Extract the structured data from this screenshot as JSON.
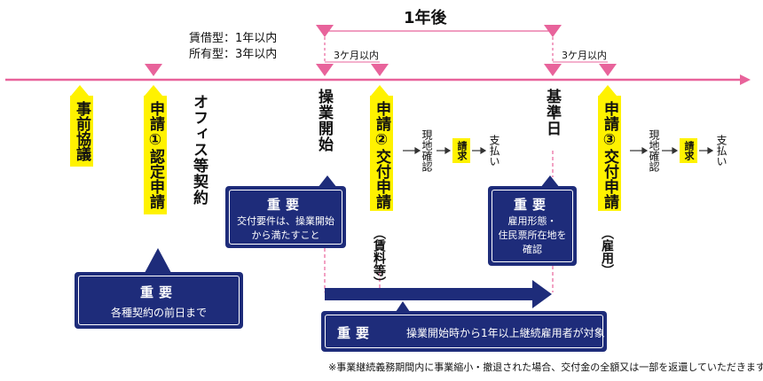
{
  "header": {
    "one_year_after": "1年後",
    "rental_type": "賃借型：1年以内",
    "owned_type": "所有型：3年以内",
    "three_months_1": "3ケ月以内",
    "three_months_2": "3ケ月以内"
  },
  "timeline": {
    "pre_consultation": "事前協議",
    "application_1": "申請①認定申請",
    "office_contract": "オフィス等契約",
    "operation_start": "操業開始",
    "application_2": "申請②交付申請",
    "application_2_note": "（賃料等）",
    "field_check_1": "現地確認",
    "claim_1": "請求",
    "payment_1": "支払い",
    "base_date": "基準日",
    "application_3": "申請③交付申請",
    "application_3_note": "（雇用）",
    "field_check_2": "現地確認",
    "claim_2": "請求",
    "payment_2": "支払い"
  },
  "important_boxes": {
    "title": "重要",
    "box1_text": "各種契約の前日まで",
    "box2_text_line1": "交付要件は、操業開始",
    "box2_text_line2": "から満たすこと",
    "box3_text_line1": "雇用形態・",
    "box3_text_line2": "住民票所在地を",
    "box3_text_line3": "確認",
    "box4_text": "操業開始時から1年以上継続雇用者が対象"
  },
  "footnote": "※事業継続義務期間内に事業縮小・撤退された場合、交付金の全額又は一部を返還していただきます。",
  "colors": {
    "timeline": "#e8639b",
    "navy": "#1e2c7a",
    "yellow": "#fff200"
  }
}
